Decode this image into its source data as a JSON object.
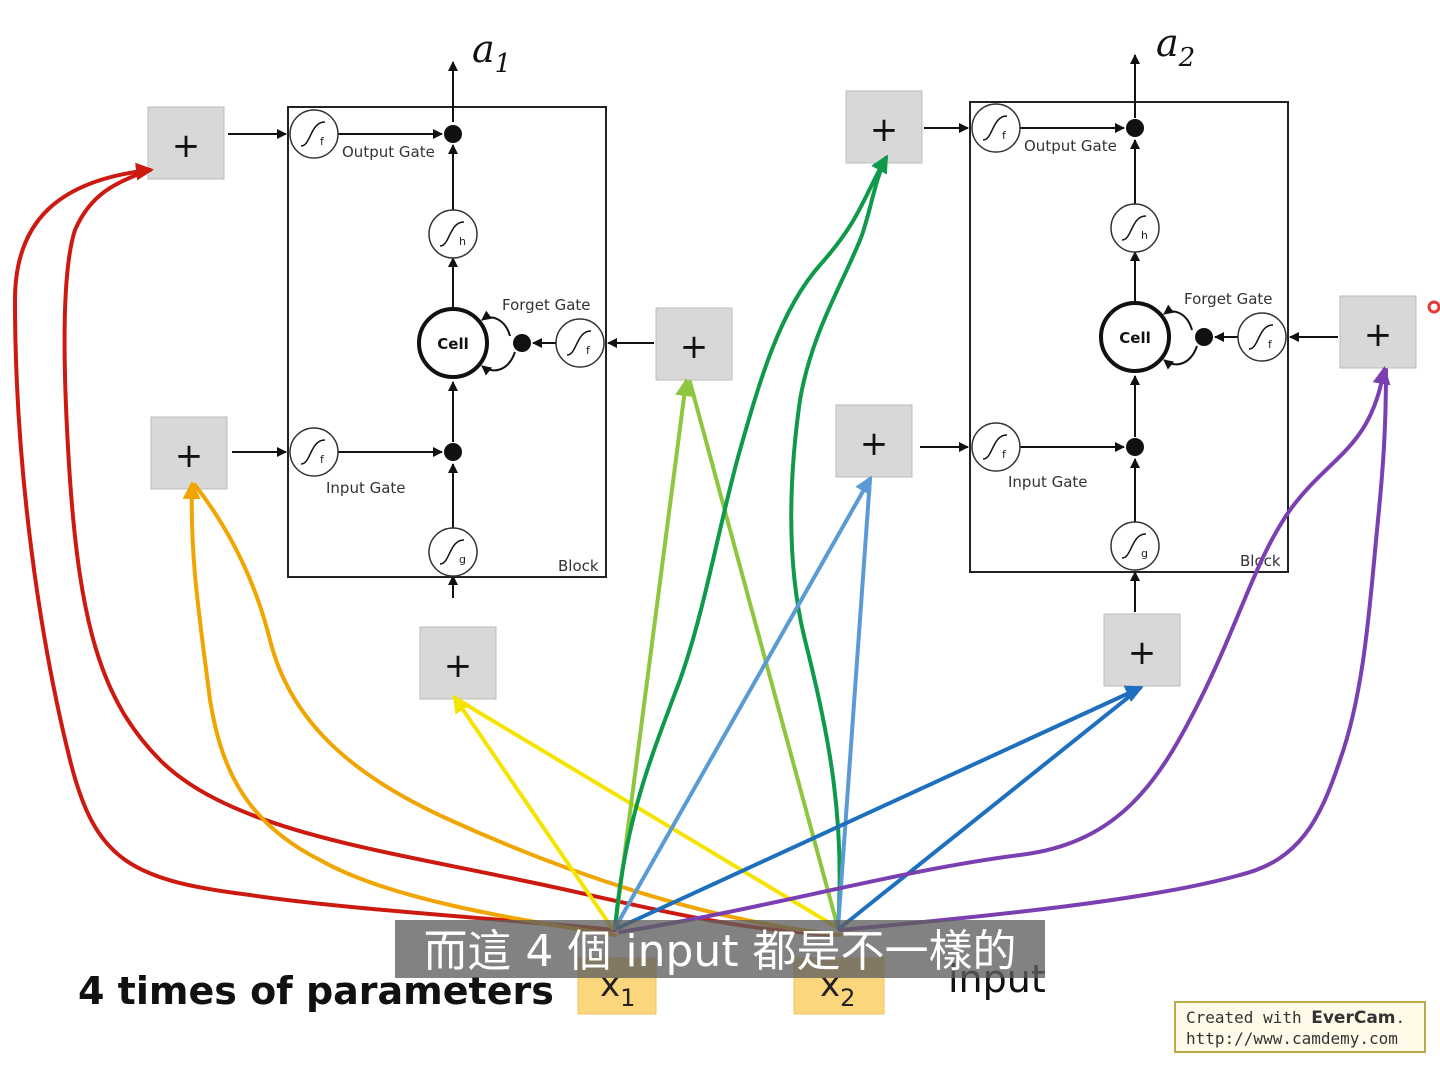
{
  "outputs": {
    "a1": {
      "base": "a",
      "sub": "1"
    },
    "a2": {
      "base": "a",
      "sub": "2"
    }
  },
  "blocks": [
    {
      "output_gate": "Output Gate",
      "forget_gate": "Forget Gate",
      "input_gate": "Input Gate",
      "cell": "Cell",
      "block": "Block"
    },
    {
      "output_gate": "Output Gate",
      "forget_gate": "Forget Gate",
      "input_gate": "Input Gate",
      "cell": "Cell",
      "block": "Block"
    }
  ],
  "activations": {
    "f": "f",
    "h": "h",
    "g": "g"
  },
  "adder_symbol": "+",
  "inputs": {
    "x1": {
      "base": "x",
      "sub": "1"
    },
    "x2": {
      "base": "x",
      "sub": "2"
    },
    "label": "input"
  },
  "caption": "4 times of parameters",
  "subtitle": "而這 4 個 input 都是不一樣的",
  "watermark": {
    "prefix": "Created with ",
    "brand": "EverCam",
    "suffix": ".",
    "url": "http://www.camdemy.com"
  },
  "colors": {
    "red": "#cc1a10",
    "orange": "#f0a500",
    "yellow": "#f5e400",
    "light_green": "#8dc63f",
    "green": "#0e9a4a",
    "light_blue": "#5b9bd5",
    "blue": "#1f6fbf",
    "purple": "#7a3fb0",
    "input_box": "#fcd67c",
    "adder_box": "#d8d8d8"
  }
}
